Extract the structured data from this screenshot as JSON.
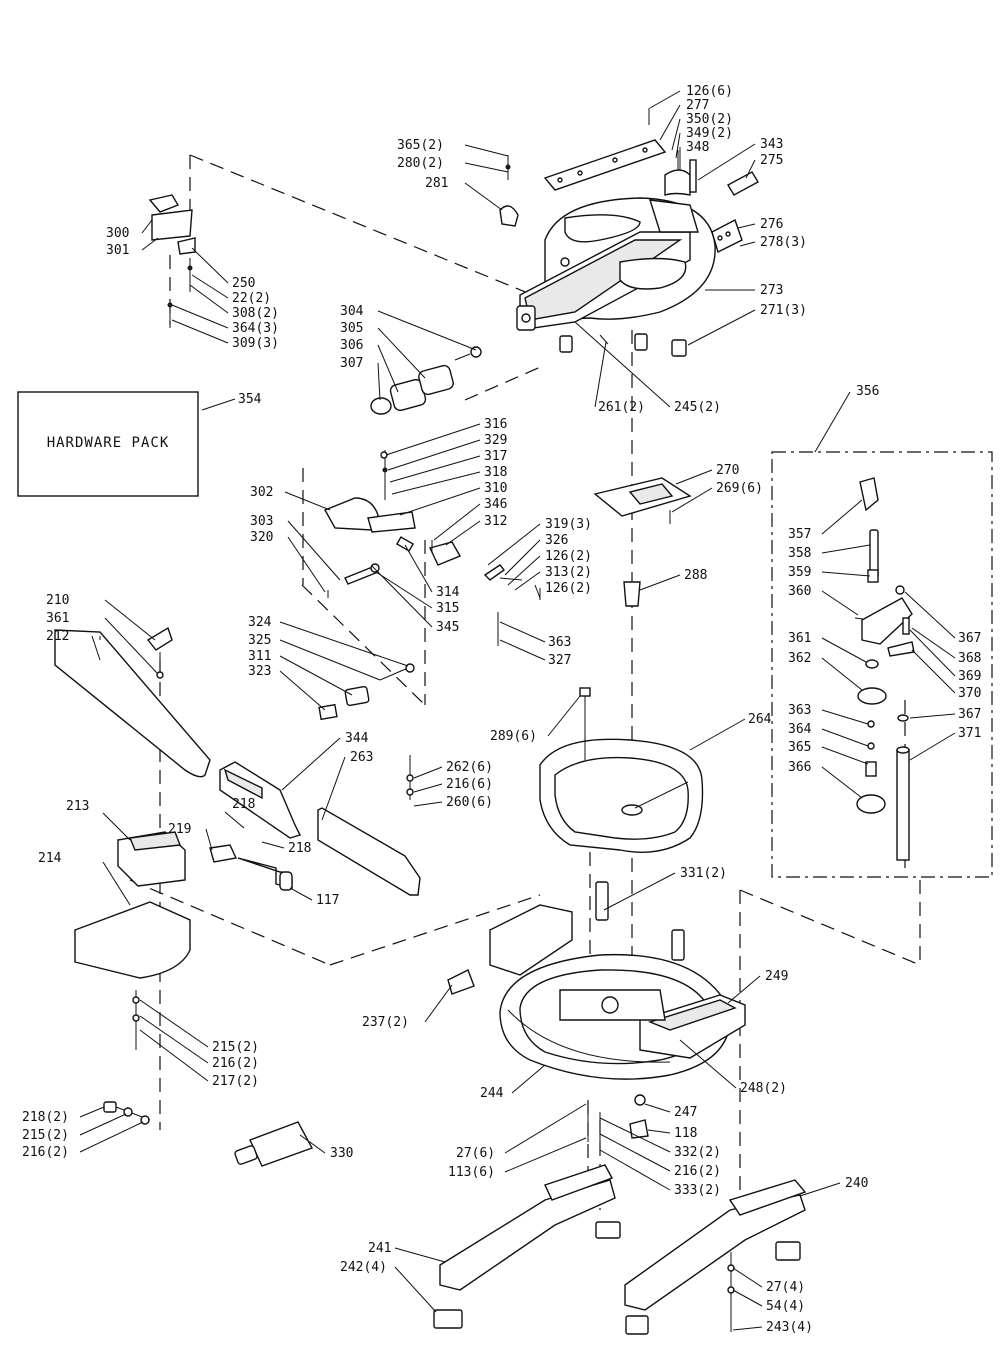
{
  "hardware_pack": {
    "text": "HARDWARE PACK",
    "ref": "354"
  },
  "assembly_ref": "356",
  "callouts": [
    {
      "t": "126(6)"
    },
    {
      "t": "277"
    },
    {
      "t": "350(2)"
    },
    {
      "t": "349(2)"
    },
    {
      "t": "348"
    },
    {
      "t": "343"
    },
    {
      "t": "275"
    },
    {
      "t": "365(2)"
    },
    {
      "t": "280(2)"
    },
    {
      "t": "281"
    },
    {
      "t": "276"
    },
    {
      "t": "278(3)"
    },
    {
      "t": "273"
    },
    {
      "t": "271(3)"
    },
    {
      "t": "300"
    },
    {
      "t": "301"
    },
    {
      "t": "250"
    },
    {
      "t": "22(2)"
    },
    {
      "t": "308(2)"
    },
    {
      "t": "364(3)"
    },
    {
      "t": "309(3)"
    },
    {
      "t": "304"
    },
    {
      "t": "305"
    },
    {
      "t": "306"
    },
    {
      "t": "307"
    },
    {
      "t": "261(2)"
    },
    {
      "t": "245(2)"
    },
    {
      "t": "316"
    },
    {
      "t": "329"
    },
    {
      "t": "317"
    },
    {
      "t": "318"
    },
    {
      "t": "310"
    },
    {
      "t": "346"
    },
    {
      "t": "312"
    },
    {
      "t": "302"
    },
    {
      "t": "303"
    },
    {
      "t": "320"
    },
    {
      "t": "314"
    },
    {
      "t": "315"
    },
    {
      "t": "345"
    },
    {
      "t": "319(3)"
    },
    {
      "t": "326"
    },
    {
      "t": "126(2)"
    },
    {
      "t": "313(2)"
    },
    {
      "t": "126(2)"
    },
    {
      "t": "363"
    },
    {
      "t": "327"
    },
    {
      "t": "270"
    },
    {
      "t": "269(6)"
    },
    {
      "t": "288"
    },
    {
      "t": "357"
    },
    {
      "t": "358"
    },
    {
      "t": "359"
    },
    {
      "t": "360"
    },
    {
      "t": "367"
    },
    {
      "t": "368"
    },
    {
      "t": "369"
    },
    {
      "t": "370"
    },
    {
      "t": "361"
    },
    {
      "t": "362"
    },
    {
      "t": "363"
    },
    {
      "t": "364"
    },
    {
      "t": "365"
    },
    {
      "t": "366"
    },
    {
      "t": "367"
    },
    {
      "t": "371"
    },
    {
      "t": "210"
    },
    {
      "t": "361"
    },
    {
      "t": "212"
    },
    {
      "t": "324"
    },
    {
      "t": "325"
    },
    {
      "t": "311"
    },
    {
      "t": "323"
    },
    {
      "t": "289(6)"
    },
    {
      "t": "264"
    },
    {
      "t": "344"
    },
    {
      "t": "263"
    },
    {
      "t": "262(6)"
    },
    {
      "t": "216(6)"
    },
    {
      "t": "260(6)"
    },
    {
      "t": "218"
    },
    {
      "t": "219"
    },
    {
      "t": "218"
    },
    {
      "t": "213"
    },
    {
      "t": "214"
    },
    {
      "t": "117"
    },
    {
      "t": "331(2)"
    },
    {
      "t": "249"
    },
    {
      "t": "237(2)"
    },
    {
      "t": "248(2)"
    },
    {
      "t": "215(2)"
    },
    {
      "t": "216(2)"
    },
    {
      "t": "217(2)"
    },
    {
      "t": "244"
    },
    {
      "t": "247"
    },
    {
      "t": "118"
    },
    {
      "t": "218(2)"
    },
    {
      "t": "215(2)"
    },
    {
      "t": "216(2)"
    },
    {
      "t": "330"
    },
    {
      "t": "27(6)"
    },
    {
      "t": "113(6)"
    },
    {
      "t": "332(2)"
    },
    {
      "t": "216(2)"
    },
    {
      "t": "333(2)"
    },
    {
      "t": "240"
    },
    {
      "t": "241"
    },
    {
      "t": "242(4)"
    },
    {
      "t": "27(4)"
    },
    {
      "t": "54(4)"
    },
    {
      "t": "243(4)"
    }
  ]
}
